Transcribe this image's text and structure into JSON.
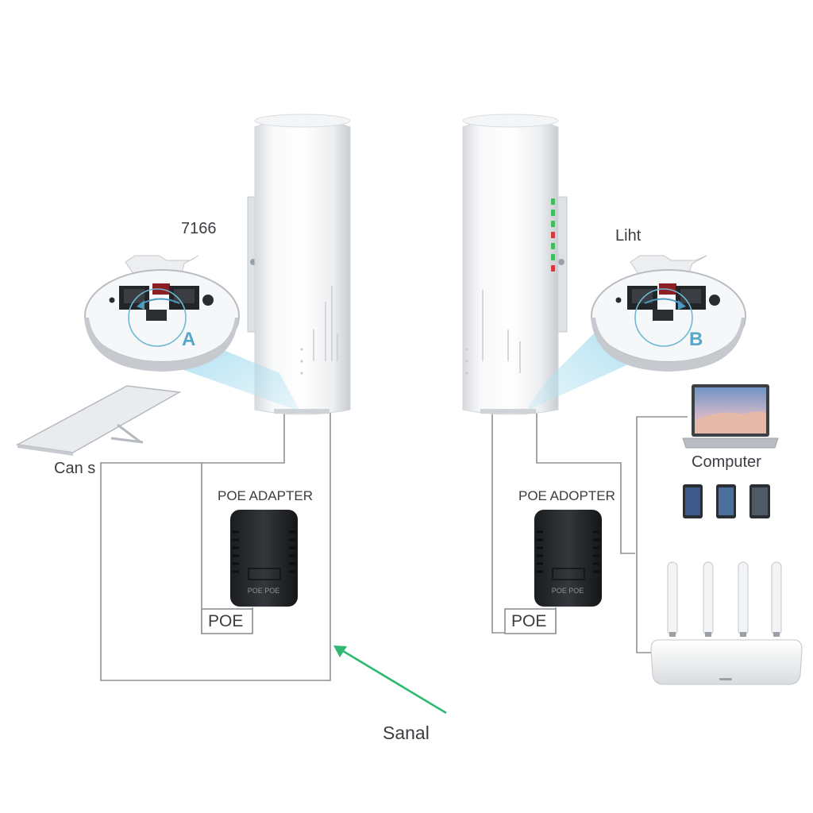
{
  "labels": {
    "left_top": "7166",
    "right_top": "Liht",
    "port_a": "A",
    "port_b": "B",
    "camera": "Can s",
    "poe_adapter_left": "POE ADAPTER",
    "poe_adapter_right": "POE ADOPTER",
    "poe_left": "POE",
    "poe_right": "POE",
    "computer": "Computer",
    "signal": "Sanal"
  },
  "adapter_print": {
    "left": "POE  POE",
    "right": "POE  POE"
  },
  "colors": {
    "beam": "#9fd9ee",
    "arrow": "#2eb872",
    "led_green": "#3fbf5a",
    "led_red": "#d9363e",
    "line": "#8d9196"
  },
  "icons": [
    "camera-panel-icon",
    "laptop-icon",
    "phone-icon",
    "tablet-icon",
    "router-icon",
    "poe-adapter-icon",
    "radio-unit-icon"
  ]
}
